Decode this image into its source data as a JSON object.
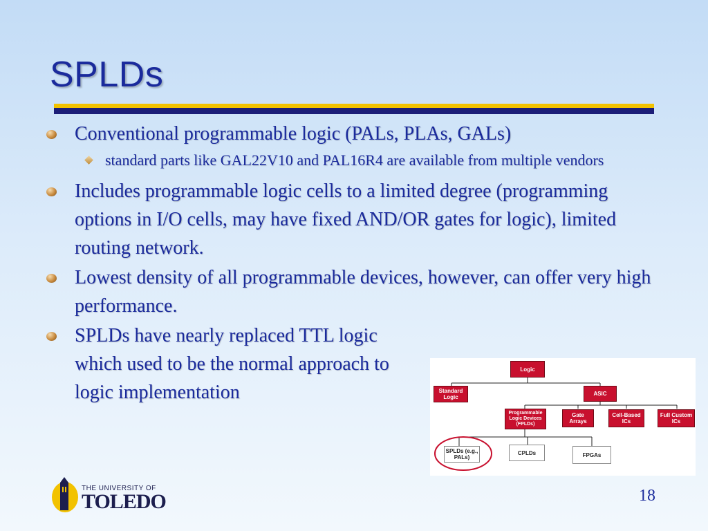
{
  "slide": {
    "title": "SPLDs",
    "page_number": "18",
    "colors": {
      "title": "#1a2a9c",
      "rule_gold": "#f2c200",
      "rule_navy": "#1c1e78",
      "node_red": "#c8102e",
      "ellipse": "#c8102e"
    }
  },
  "bullets": [
    {
      "text": "Conventional programmable logic (PALs, PLAs, GALs)",
      "sub": [
        "standard parts like GAL22V10 and PAL16R4 are available from multiple vendors"
      ]
    },
    {
      "text": "Includes programmable logic cells to a limited  degree (programming options in I/O cells, may have fixed AND/OR gates for logic), limited routing network."
    },
    {
      "text": "Lowest density of all programmable devices, however, can offer very high performance."
    },
    {
      "text": "SPLDs have nearly replaced TTL logic which used to be the normal approach to logic implementation"
    }
  ],
  "diagram": {
    "nodes": {
      "logic": "Logic",
      "standard_logic": "Standard Logic",
      "asic": "ASIC",
      "fplds": "Programmable Logic Devices (FPLDs)",
      "gate_arrays": "Gate Arrays",
      "cell_based": "Cell-Based ICs",
      "full_custom": "Full Custom ICs",
      "splds": "SPLDs (e.g., PALs)",
      "cplds": "CPLDs",
      "fpgas": "FPGAs"
    }
  },
  "logo": {
    "line1": "THE UNIVERSITY OF",
    "line2": "TOLEDO",
    "icon": "university-tower-icon"
  }
}
